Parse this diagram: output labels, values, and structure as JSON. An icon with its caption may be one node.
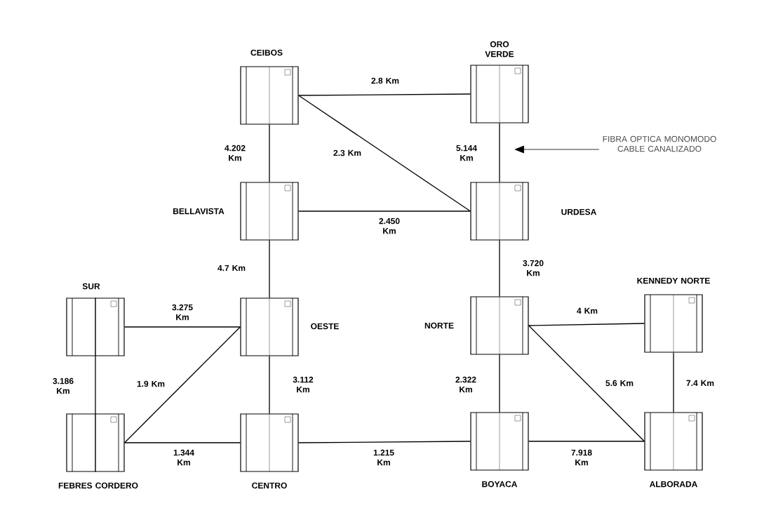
{
  "diagram": {
    "nodes": [
      {
        "text": [
          "CEIBOS"
        ]
      },
      {
        "text": [
          "ORO VERDE"
        ]
      },
      {
        "text": [
          "BELLAVISTA"
        ]
      },
      {
        "text": [
          "URDESA"
        ]
      },
      {
        "text": [
          "SUR"
        ]
      },
      {
        "text": [
          "OESTE"
        ]
      },
      {
        "text": [
          "NORTE"
        ]
      },
      {
        "text": [
          "KENNEDY NORTE"
        ]
      },
      {
        "text": [
          "FEBRES CORDERO"
        ]
      },
      {
        "text": [
          "CENTRO"
        ]
      },
      {
        "text": [
          "BOYACA"
        ]
      },
      {
        "text": [
          "ALBORADA"
        ]
      },
      {
        "text": [
          "FIBRA OPTICA MONOMODO CABLE CANALIZADO"
        ]
      }
    ],
    "edges": [
      {
        "from": 0,
        "to": 1,
        "arrow": "none",
        "label": "2.8 Km"
      },
      {
        "from": 0,
        "to": 3,
        "arrow": "none",
        "label": "2.3 Km"
      },
      {
        "from": 0,
        "to": 2,
        "arrow": "none",
        "label": "4.202 Km"
      },
      {
        "from": 1,
        "to": 3,
        "arrow": "none",
        "label": "5.144 Km"
      },
      {
        "from": 2,
        "to": 3,
        "arrow": "none",
        "label": "2.450 Km"
      },
      {
        "from": 2,
        "to": 5,
        "arrow": "none",
        "label": "4.7 Km"
      },
      {
        "from": 3,
        "to": 6,
        "arrow": "none",
        "label": "3.720 Km"
      },
      {
        "from": 4,
        "to": 5,
        "arrow": "none",
        "label": "3.275 Km"
      },
      {
        "from": 4,
        "to": 8,
        "arrow": "none",
        "label": "3.186 Km"
      },
      {
        "from": 8,
        "to": 5,
        "arrow": "none",
        "label": "1.9 Km"
      },
      {
        "from": 5,
        "to": 9,
        "arrow": "none",
        "label": "3.112 Km"
      },
      {
        "from": 6,
        "to": 7,
        "arrow": "none",
        "label": "4 Km"
      },
      {
        "from": 6,
        "to": 10,
        "arrow": "none",
        "label": "2.322 Km"
      },
      {
        "from": 6,
        "to": 11,
        "arrow": "none",
        "label": "5.6 Km"
      },
      {
        "from": 7,
        "to": 11,
        "arrow": "none",
        "label": "7.4 Km"
      },
      {
        "from": 8,
        "to": 9,
        "arrow": "none",
        "label": "1.344 Km"
      },
      {
        "from": 9,
        "to": 10,
        "arrow": "none",
        "label": "1.215 Km"
      },
      {
        "from": 10,
        "to": 11,
        "arrow": "none",
        "label": "7.918 Km"
      },
      {
        "from": 12,
        "to": null,
        "arrow": "to"
      }
    ]
  }
}
